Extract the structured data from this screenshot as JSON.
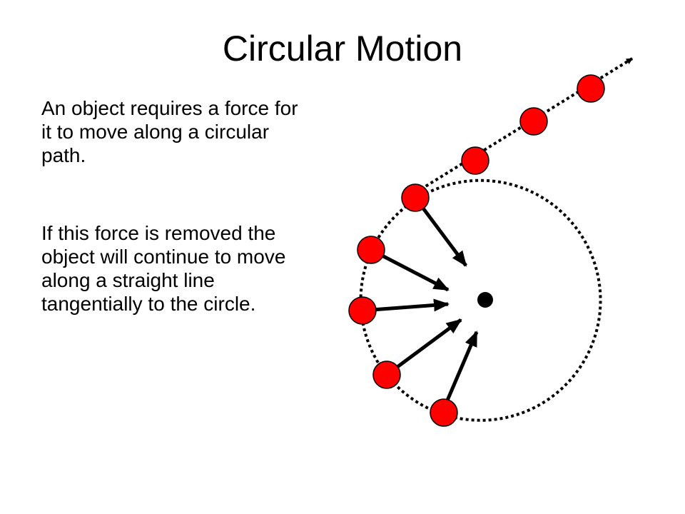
{
  "slide": {
    "title": "Circular Motion",
    "paragraphs": [
      "An object requires a force for it to move along a circular path.",
      "If this force is removed the object will continue to move along a straight line tangentially to the circle."
    ]
  },
  "diagram": {
    "colors": {
      "ball": "#ff0000",
      "stroke": "#000000",
      "background": "#ffffff"
    }
  }
}
